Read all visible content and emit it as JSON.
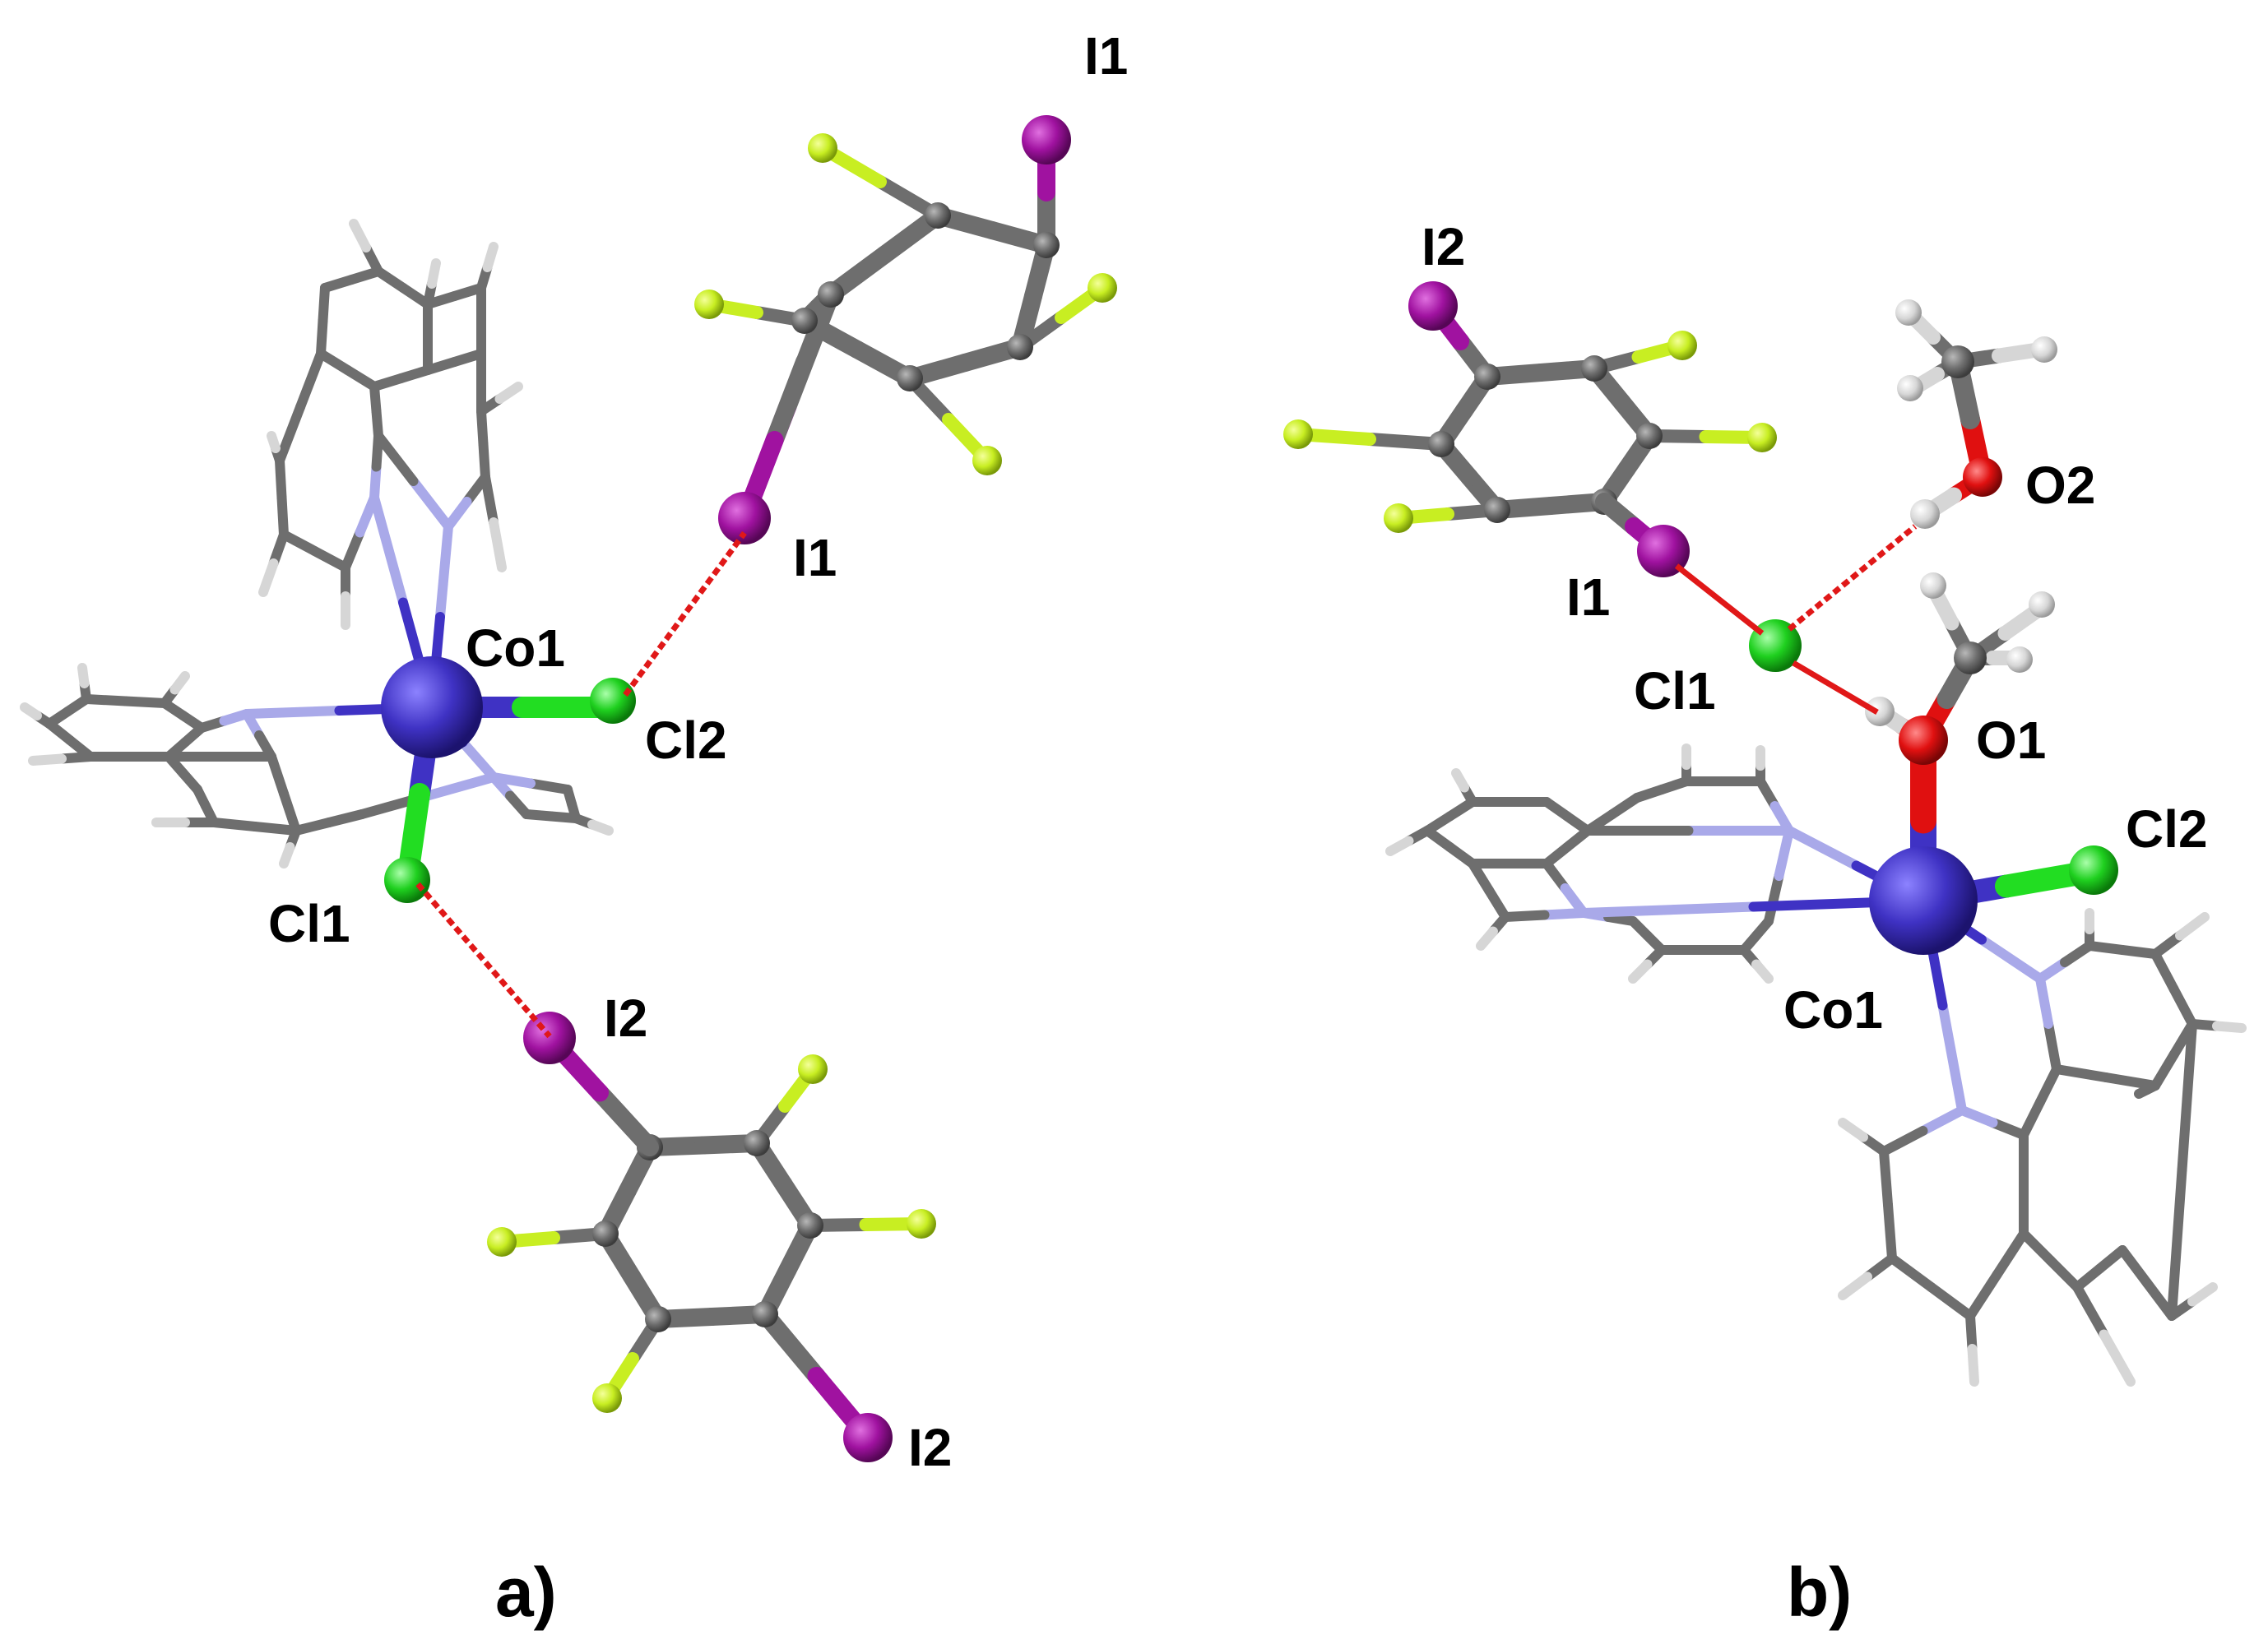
{
  "colors": {
    "carbon": "#6e6e6e",
    "hydrogen": "#d6d6d6",
    "nitrogen": "#a9a9e9",
    "cobalt": "#3f32c4",
    "chlorine": "#22dd22",
    "fluorine": "#c8ee22",
    "iodine": "#a012a0",
    "oxygen": "#e01010",
    "contact": "#e01818"
  },
  "panels": {
    "a": {
      "label": "a)",
      "atoms": {
        "co1": "Co1",
        "cl1": "Cl1",
        "cl2": "Cl2",
        "i1_top": "I1",
        "i1_contact": "I1",
        "i2_contact": "I2",
        "i2_bottom": "I2"
      }
    },
    "b": {
      "label": "b)",
      "atoms": {
        "i2": "I2",
        "i1": "I1",
        "cl1": "Cl1",
        "o2": "O2",
        "o1": "O1",
        "cl2": "Cl2",
        "co1": "Co1"
      }
    }
  }
}
